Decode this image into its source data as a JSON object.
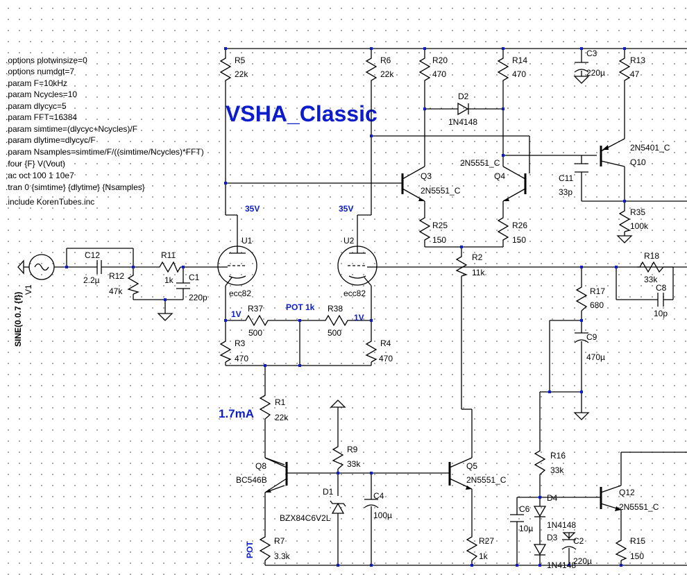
{
  "title": "VSHA_Classic",
  "directives": [
    ".options plotwinsize=0",
    ".options numdgt=7",
    ".param F=10kHz",
    ".param Ncycles=10",
    ".param dlycyc=5",
    ".param FFT=16384",
    ".param simtime=(dlycyc+Ncycles)/F",
    ".param dlytime=dlycyc/F",
    ".param Nsamples=simtime/F/((simtime/Ncycles)*FFT)",
    ".four {F} V(Vout)",
    ";ac oct 100 1 10e7",
    ".tran 0 {simtime} {dlytime} {Nsamples}",
    ".include KorenTubes.inc"
  ],
  "source": {
    "name": "V1",
    "value": "SINE(0 0.7 {f})"
  },
  "components": [
    {
      "id": "R5",
      "name": "R5",
      "value": "22k"
    },
    {
      "id": "R6",
      "name": "R6",
      "value": "22k"
    },
    {
      "id": "R20",
      "name": "R20",
      "value": "470"
    },
    {
      "id": "R14",
      "name": "R14",
      "value": "470"
    },
    {
      "id": "C3",
      "name": "C3",
      "value": "220µ"
    },
    {
      "id": "R13",
      "name": "R13",
      "value": "47"
    },
    {
      "id": "D2",
      "name": "D2",
      "value": "1N4148"
    },
    {
      "id": "Q3",
      "name": "Q3",
      "value": "2N5551_C"
    },
    {
      "id": "Q4",
      "name": "Q4",
      "value": "2N5551_C"
    },
    {
      "id": "Q10",
      "name": "Q10",
      "value": "2N5401_C"
    },
    {
      "id": "C11",
      "name": "C11",
      "value": "33p"
    },
    {
      "id": "R35",
      "name": "R35",
      "value": "100k"
    },
    {
      "id": "R25",
      "name": "R25",
      "value": "150"
    },
    {
      "id": "R26",
      "name": "R26",
      "value": "150"
    },
    {
      "id": "R2",
      "name": "R2",
      "value": "11k"
    },
    {
      "id": "U1",
      "name": "U1",
      "value": "ecc82"
    },
    {
      "id": "U2",
      "name": "U2",
      "value": "ecc82"
    },
    {
      "id": "C12",
      "name": "C12",
      "value": "2.2µ"
    },
    {
      "id": "R11",
      "name": "R11",
      "value": "1k"
    },
    {
      "id": "R12",
      "name": "R12",
      "value": "47k"
    },
    {
      "id": "C1",
      "name": "C1",
      "value": "220p"
    },
    {
      "id": "R18",
      "name": "R18",
      "value": "33k"
    },
    {
      "id": "C8",
      "name": "C8",
      "value": "10p"
    },
    {
      "id": "R17",
      "name": "R17",
      "value": "680"
    },
    {
      "id": "C9",
      "name": "C9",
      "value": "470µ"
    },
    {
      "id": "R37",
      "name": "R37",
      "value": "500"
    },
    {
      "id": "R38",
      "name": "R38",
      "value": "500"
    },
    {
      "id": "R3",
      "name": "R3",
      "value": "470"
    },
    {
      "id": "R4",
      "name": "R4",
      "value": "470"
    },
    {
      "id": "R1",
      "name": "R1",
      "value": "22k"
    },
    {
      "id": "R9",
      "name": "R9",
      "value": "33k"
    },
    {
      "id": "Q8",
      "name": "Q8",
      "value": "BC546B"
    },
    {
      "id": "Q5",
      "name": "Q5",
      "value": "2N5551_C"
    },
    {
      "id": "D1",
      "name": "D1",
      "value": "BZX84C6V2L"
    },
    {
      "id": "C4",
      "name": "C4",
      "value": "100µ"
    },
    {
      "id": "R7",
      "name": "R7",
      "value": "3.3k"
    },
    {
      "id": "R27",
      "name": "R27",
      "value": "1k"
    },
    {
      "id": "R16",
      "name": "R16",
      "value": "33k"
    },
    {
      "id": "D4",
      "name": "D4",
      "value": "1N4148"
    },
    {
      "id": "D3",
      "name": "D3",
      "value": "1N4148"
    },
    {
      "id": "C6",
      "name": "C6",
      "value": "10µ"
    },
    {
      "id": "C2",
      "name": "C2",
      "value": "220µ"
    },
    {
      "id": "Q12",
      "name": "Q12",
      "value": "2N5551_C"
    },
    {
      "id": "R15",
      "name": "R15",
      "value": "150"
    }
  ],
  "net_labels": {
    "v35_left": "35V",
    "v35_right": "35V",
    "v1_left": "1V",
    "v1_right": "1V",
    "pot_top": "POT 1k",
    "pot_bottom": "POT",
    "current": "1.7mA"
  },
  "colors": {
    "wire": "#000000",
    "annotation": "#0a1ccc",
    "grid_dot": "#9a9a9a",
    "background": "#ffffff"
  }
}
